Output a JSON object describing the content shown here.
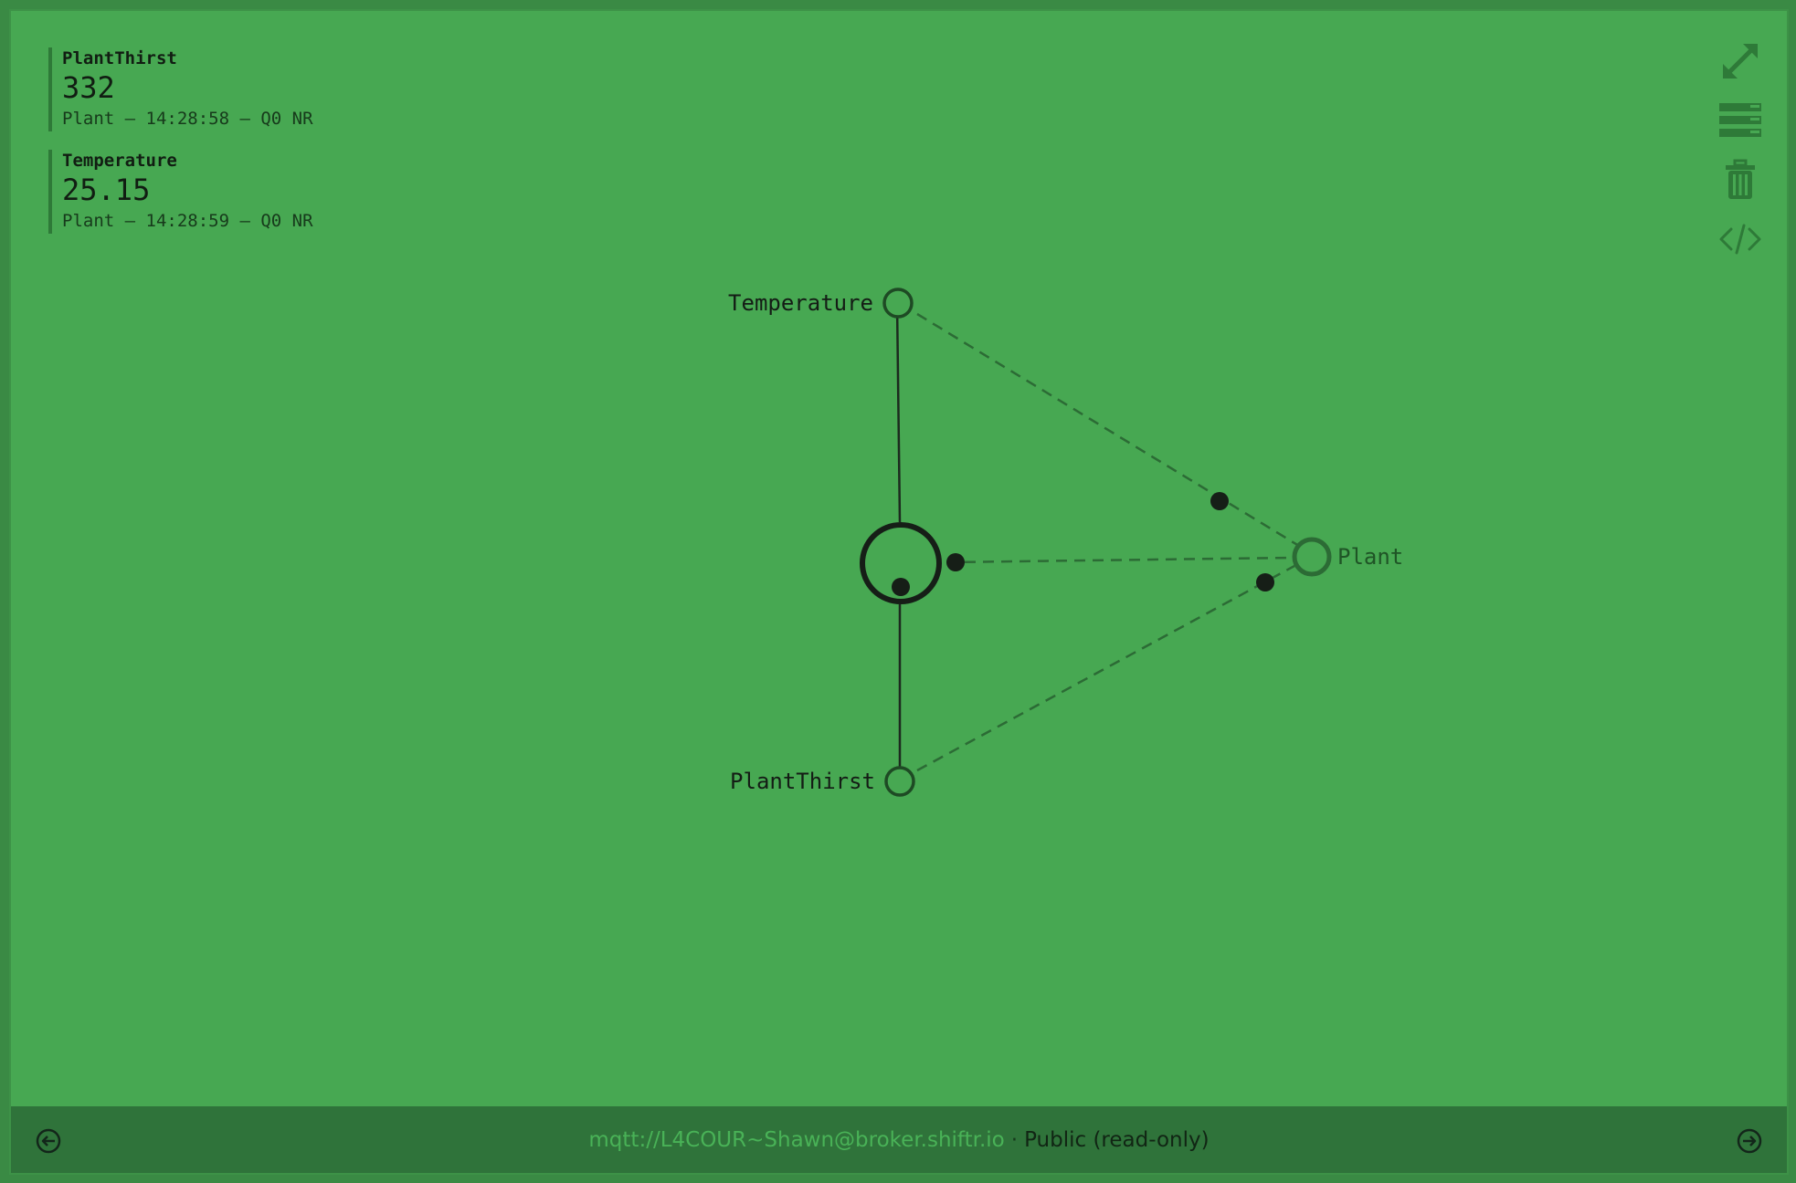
{
  "messages": [
    {
      "topic": "PlantThirst",
      "value": "332",
      "meta": "Plant – 14:28:58 – Q0 NR"
    },
    {
      "topic": "Temperature",
      "value": "25.15",
      "meta": "Plant – 14:28:59 – Q0 NR"
    }
  ],
  "graph": {
    "nodes": {
      "temperature": "Temperature",
      "plant": "Plant",
      "plantthirst": "PlantThirst"
    }
  },
  "toolbar": {
    "icons": [
      "expand-icon",
      "list-icon",
      "trash-icon",
      "code-icon"
    ]
  },
  "footer": {
    "url": "mqtt://L4COUR~Shawn@broker.shiftr.io",
    "separator": "·",
    "status": "Public (read-only)"
  },
  "colors": {
    "background": "#47a852",
    "footer": "#2f733a",
    "url": "#49b257",
    "dark": "#161e17"
  }
}
